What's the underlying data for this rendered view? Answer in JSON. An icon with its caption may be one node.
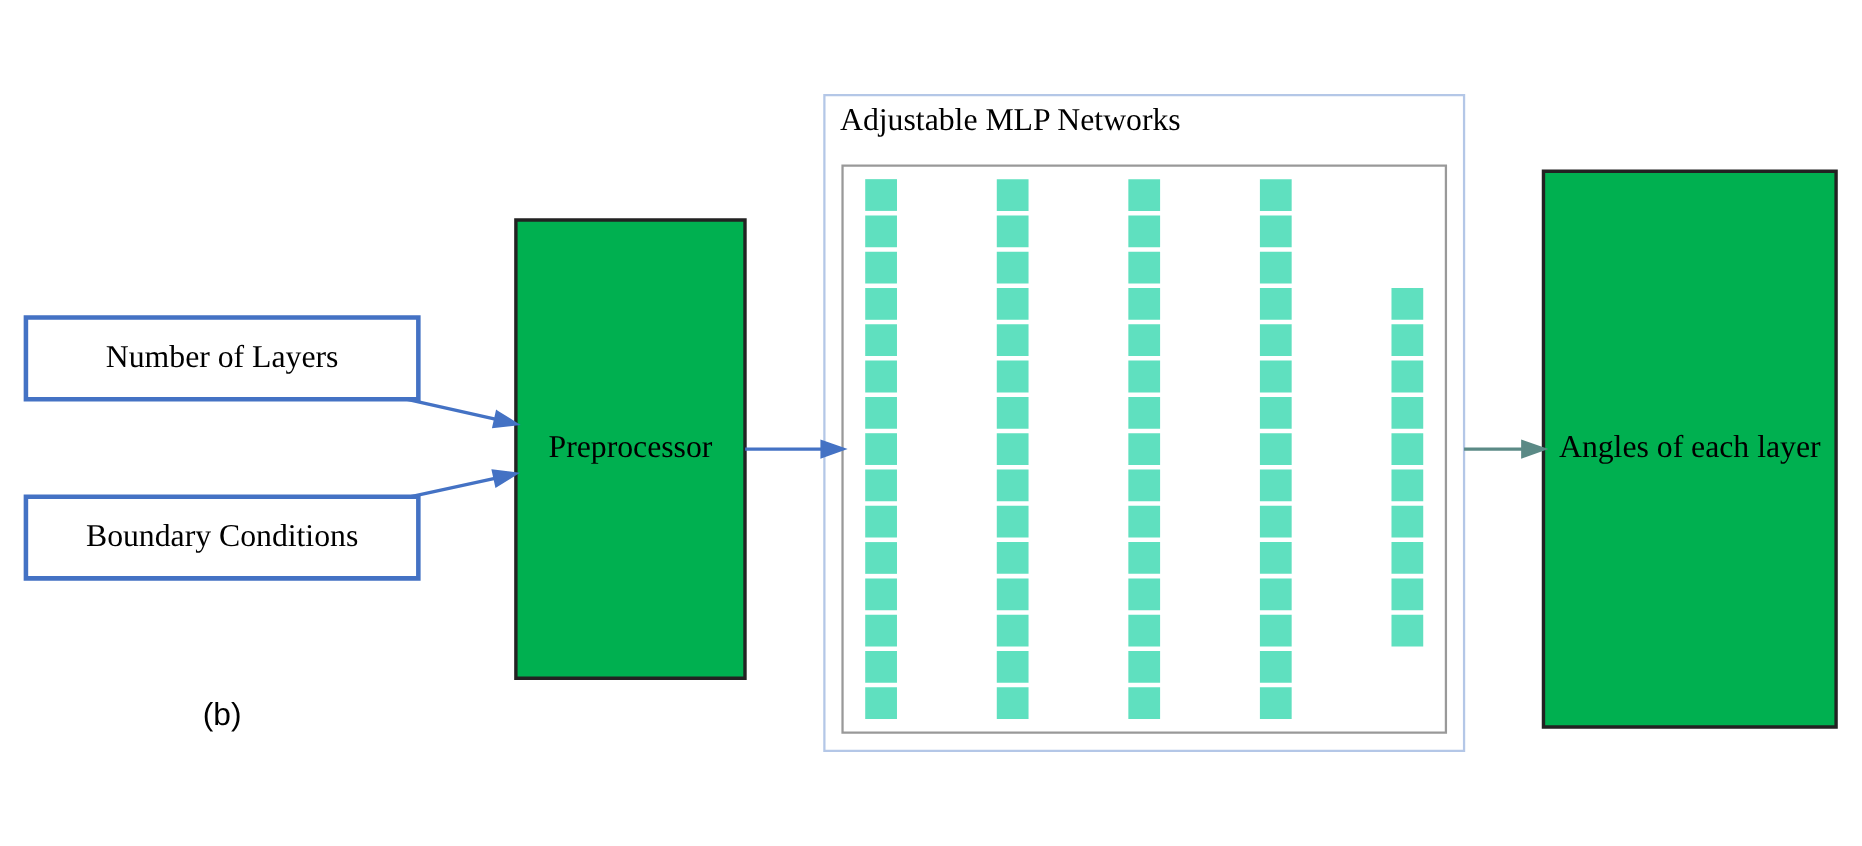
{
  "diagram": {
    "nodes": [
      {
        "text": [
          "Number of Layers"
        ]
      },
      {
        "text": [
          "Boundary Conditions"
        ]
      },
      {
        "text": [
          "Preprocessor"
        ]
      },
      {
        "text": [
          "Adjustable MLP Networks"
        ]
      },
      {
        "text": [],
        "shape": "picture",
        "in": 3
      },
      {
        "text": [
          "Angles of each layer"
        ]
      }
    ],
    "edges": [
      {
        "from": 0,
        "to": 2,
        "arrow": "to"
      },
      {
        "from": 1,
        "to": 2,
        "arrow": "to"
      },
      {
        "from": 2,
        "to": 4,
        "arrow": "to"
      },
      {
        "from": 3,
        "to": 5,
        "arrow": "to",
        "color": "#5b8a86"
      }
    ],
    "labels": [
      "(b)"
    ]
  }
}
